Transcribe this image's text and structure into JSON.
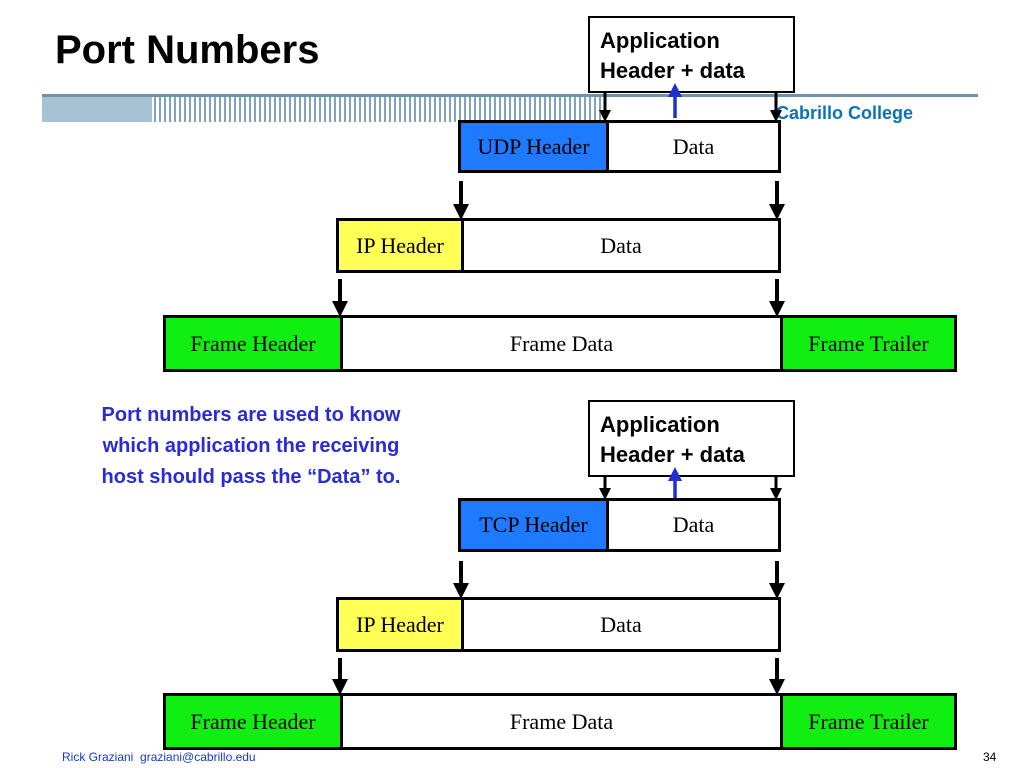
{
  "title": "Port Numbers",
  "college": "Cabrillo College",
  "caption": {
    "line1": "Port numbers are used to know",
    "line2": "which application the receiving",
    "line3": "host should pass the “Data” to."
  },
  "footer": {
    "author": "Rick Graziani",
    "email": "graziani@cabrillo.edu",
    "page": "34"
  },
  "udp_stack": {
    "app": {
      "line1": "Application",
      "line2": "Header + data"
    },
    "transport": {
      "header": "UDP Header",
      "data": "Data"
    },
    "ip": {
      "header": "IP Header",
      "data": "Data"
    },
    "frame": {
      "header": "Frame Header",
      "data": "Frame Data",
      "trailer": "Frame Trailer"
    }
  },
  "tcp_stack": {
    "app": {
      "line1": "Application",
      "line2": "Header + data"
    },
    "transport": {
      "header": "TCP Header",
      "data": "Data"
    },
    "ip": {
      "header": "IP Header",
      "data": "Data"
    },
    "frame": {
      "header": "Frame Header",
      "data": "Frame Data",
      "trailer": "Frame Trailer"
    }
  },
  "colors": {
    "transport_header": "#1e7bff",
    "ip_header": "#ffff55",
    "frame_segment": "#11ee11",
    "caption_text": "#2b2bd6",
    "college_text": "#0b72b8",
    "up_arrow": "#1f2fd0"
  }
}
